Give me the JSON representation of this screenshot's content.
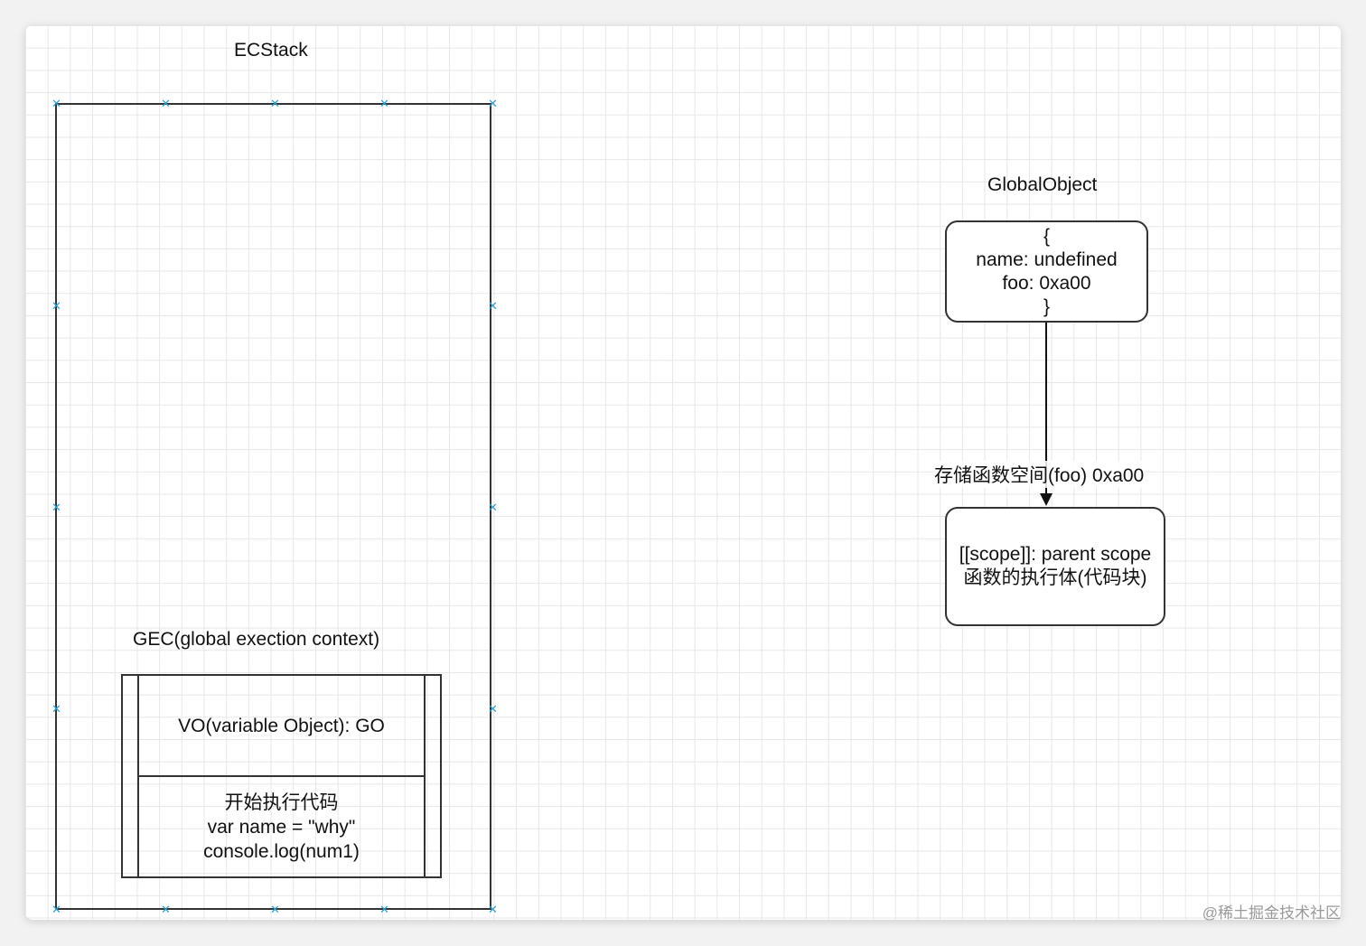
{
  "ecstack": {
    "title": "ECStack",
    "gec": {
      "title": "GEC(global exection context)",
      "vo": "VO(variable Object): GO",
      "code_lines": [
        "开始执行代码",
        "var name = \"why\"",
        "console.log(num1)"
      ]
    }
  },
  "global_object": {
    "title": "GlobalObject",
    "lines": [
      "{",
      "name: undefined",
      "foo: 0xa00",
      "}"
    ]
  },
  "arrow_label": "存储函数空间(foo) 0xa00",
  "function_box": {
    "lines": [
      "[[scope]]: parent scope",
      "函数的执行体(代码块)"
    ]
  },
  "watermark": "@稀土掘金技术社区",
  "colors": {
    "handle": "#2aa0d6",
    "stroke": "#333333",
    "grid": "#e7e7e7"
  }
}
